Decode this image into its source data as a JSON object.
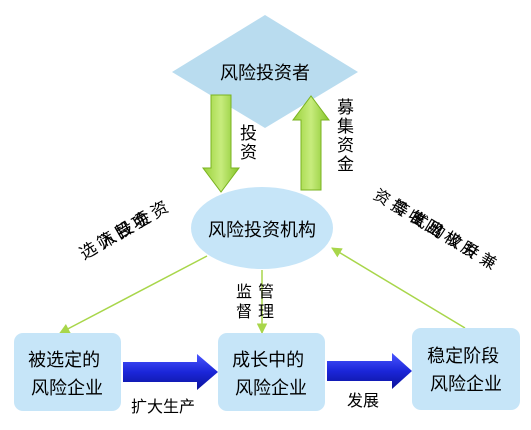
{
  "nodes": {
    "investor": "风险投资者",
    "institution": "风险投资机构",
    "selected": [
      "被选定的",
      "风险企业"
    ],
    "growing": [
      "成长中的",
      "风险企业"
    ],
    "stable": [
      "稳定阶段",
      "风险企业"
    ]
  },
  "edges": {
    "invest": "投资",
    "raise": "募集资金",
    "screen_col1": "资金投入",
    "screen_col2": "项目筛选",
    "supervise_l1": "监管",
    "supervise_l2": "督理",
    "exit_col1": "兼并收购式",
    "exit_col2": "股权出售等",
    "exit_col3": "回收投资",
    "expand": "扩大生产",
    "develop": "发展"
  },
  "colors": {
    "node_fill": "#c6e5f8",
    "investor_fill": "#b9dcef",
    "green_arrow": "#8fcc2e",
    "blue_arrow": "#1422d6",
    "thin_arrow": "#a8d64a"
  }
}
